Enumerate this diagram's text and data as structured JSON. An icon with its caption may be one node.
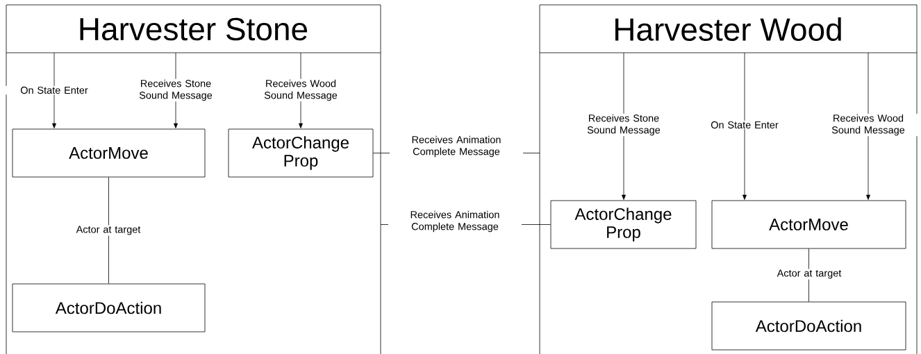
{
  "diagram": {
    "nodes": [
      {
        "text": [
          "Harvester Stone"
        ]
      },
      {
        "text": [
          "ActorMove"
        ],
        "in": 0
      },
      {
        "text": [
          "ActorChange Prop"
        ],
        "in": 0
      },
      {
        "text": [
          "ActorDoAction"
        ],
        "in": 0
      },
      {
        "text": [
          "Harvester Wood"
        ]
      },
      {
        "text": [
          "ActorChange Prop"
        ],
        "in": 4
      },
      {
        "text": [
          "ActorMove"
        ],
        "in": 4
      },
      {
        "text": [
          "ActorDoAction"
        ],
        "in": 4
      }
    ],
    "edges": [
      {
        "from": null,
        "to": 1,
        "arrow": "to",
        "label": "On State Enter"
      },
      {
        "from": null,
        "to": 1,
        "arrow": "to",
        "label": "Receives Stone Sound Message"
      },
      {
        "from": null,
        "to": 2,
        "arrow": "to",
        "label": "Receives Wood Sound Message"
      },
      {
        "from": 1,
        "to": 3,
        "arrow": "none",
        "label": "Actor at target"
      },
      {
        "from": 2,
        "to": 4,
        "arrow": "none",
        "label": "Receives Animation Complete Message"
      },
      {
        "from": 0,
        "to": 5,
        "arrow": "none",
        "label": "Receives Animation Complete Message"
      },
      {
        "from": null,
        "to": 5,
        "arrow": "to",
        "label": "Receives Stone Sound Message"
      },
      {
        "from": null,
        "to": 6,
        "arrow": "to",
        "label": "On State Enter"
      },
      {
        "from": null,
        "to": 6,
        "arrow": "to",
        "label": "Receives Wood Sound Message"
      },
      {
        "from": 6,
        "to": 7,
        "arrow": "none",
        "label": "Actor at target"
      }
    ]
  }
}
